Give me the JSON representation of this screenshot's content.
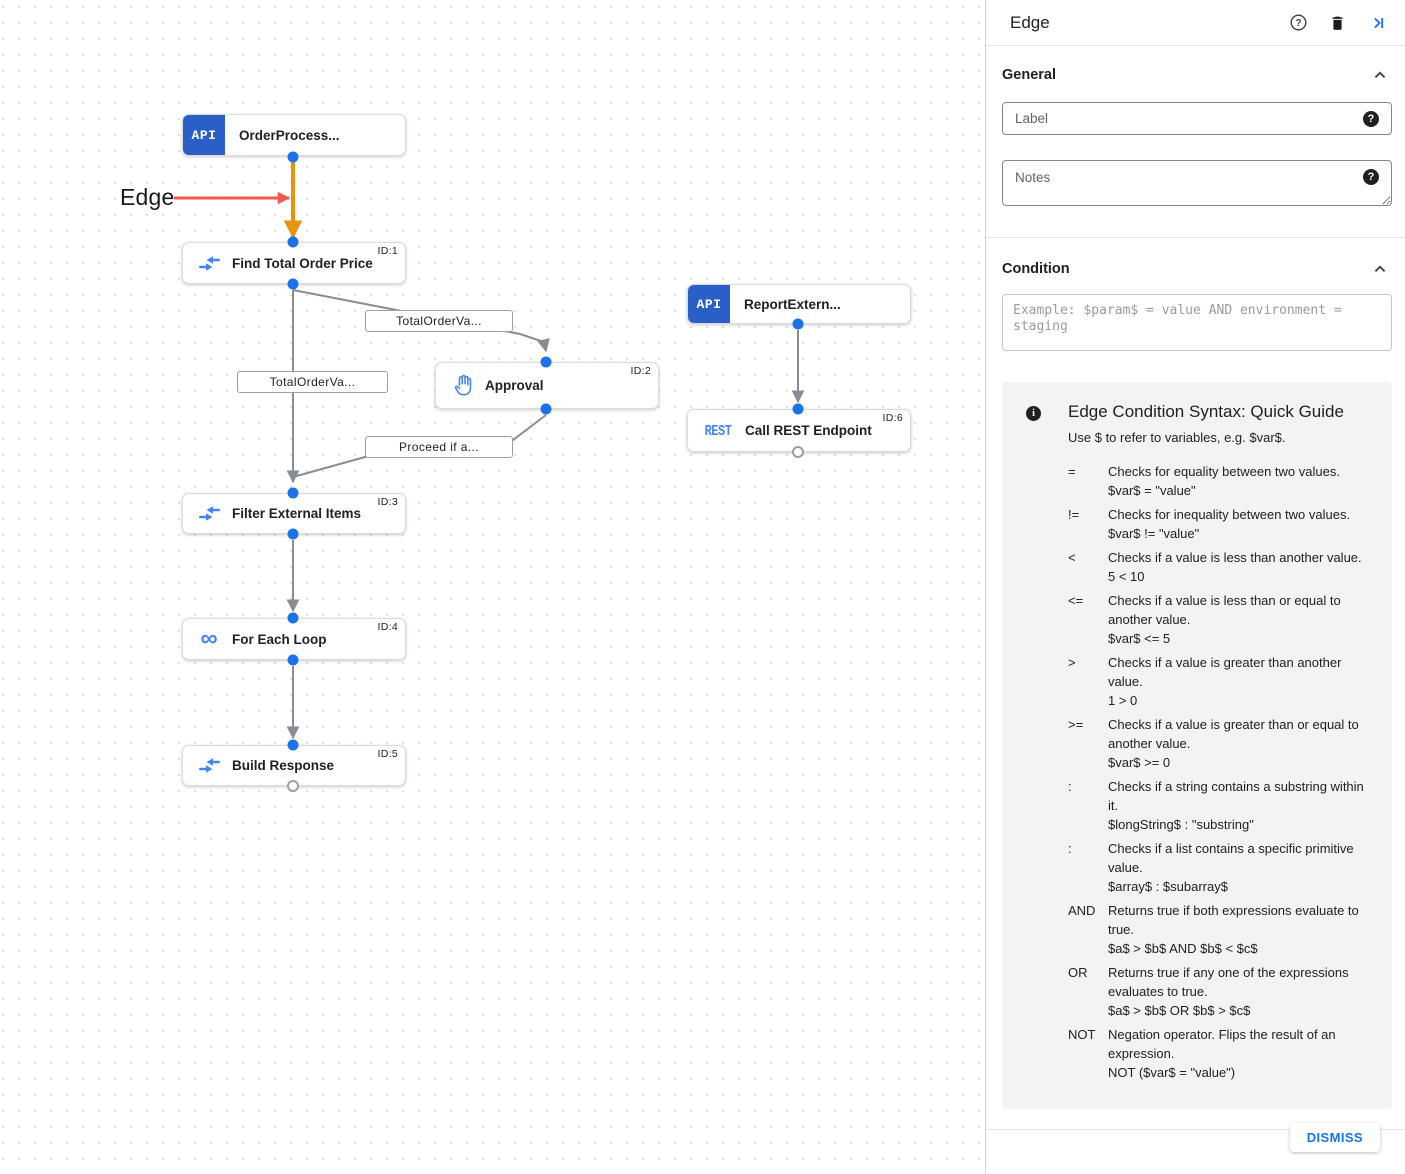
{
  "colors": {
    "accent_blue": "#1a73e8",
    "badge_blue": "#2a5fc8",
    "node_icon_blue": "#4285f4",
    "selected_edge_orange": "#e8930c",
    "annotation_red": "#f4594e",
    "edge_gray": "#878d92"
  },
  "canvas": {
    "annotation": "Edge",
    "nodes": [
      {
        "label": "OrderProcess...",
        "badge": "API"
      },
      {
        "label": "Find Total Order Price",
        "tag": "ID:1"
      },
      {
        "label": "Approval",
        "tag": "ID:2"
      },
      {
        "label": "ReportExtern...",
        "badge": "API"
      },
      {
        "label": "Call REST Endpoint",
        "tag": "ID:6",
        "icon_text": "REST"
      },
      {
        "label": "Filter External Items",
        "tag": "ID:3"
      },
      {
        "label": "For Each Loop",
        "tag": "ID:4",
        "icon_text": "∞"
      },
      {
        "label": "Build Response",
        "tag": "ID:5"
      }
    ],
    "edge_labels": [
      "TotalOrderVa...",
      "TotalOrderVa...",
      "Proceed if a..."
    ]
  },
  "panel": {
    "title": "Edge",
    "general": {
      "title": "General",
      "label_placeholder": "Label",
      "notes_placeholder": "Notes",
      "help_glyph": "?"
    },
    "condition": {
      "title": "Condition",
      "placeholder": "Example: $param$ = value AND environment = staging"
    },
    "guide": {
      "info_glyph": "i",
      "title": "Edge Condition Syntax: Quick Guide",
      "intro": "Use $ to refer to variables, e.g. $var$.",
      "rows": [
        {
          "op": "=",
          "desc": "Checks for equality between two values.",
          "example": "$var$ = \"value\""
        },
        {
          "op": "!=",
          "desc": "Checks for inequality between two values.",
          "example": "$var$ != \"value\""
        },
        {
          "op": "<",
          "desc": "Checks if a value is less than another value.",
          "example": "5 < 10"
        },
        {
          "op": "<=",
          "desc": "Checks if a value is less than or equal to another value.",
          "example": "$var$ <= 5"
        },
        {
          "op": ">",
          "desc": "Checks if a value is greater than another value.",
          "example": "1 > 0"
        },
        {
          "op": ">=",
          "desc": "Checks if a value is greater than or equal to another value.",
          "example": "$var$ >= 0"
        },
        {
          "op": ":",
          "desc": "Checks if a string contains a substring within it.",
          "example": "$longString$ : \"substring\""
        },
        {
          "op": ":",
          "desc": "Checks if a list contains a specific primitive value.",
          "example": "$array$ : $subarray$"
        },
        {
          "op": "AND",
          "desc": "Returns true if both expressions evaluate to true.",
          "example": "$a$ > $b$ AND $b$ < $c$"
        },
        {
          "op": "OR",
          "desc": "Returns true if any one of the expressions evaluates to true.",
          "example": "$a$ > $b$ OR $b$ > $c$"
        },
        {
          "op": "NOT",
          "desc": "Negation operator. Flips the result of an expression.",
          "example": "NOT ($var$ = \"value\")"
        }
      ]
    },
    "dismiss_label": "DISMISS"
  }
}
